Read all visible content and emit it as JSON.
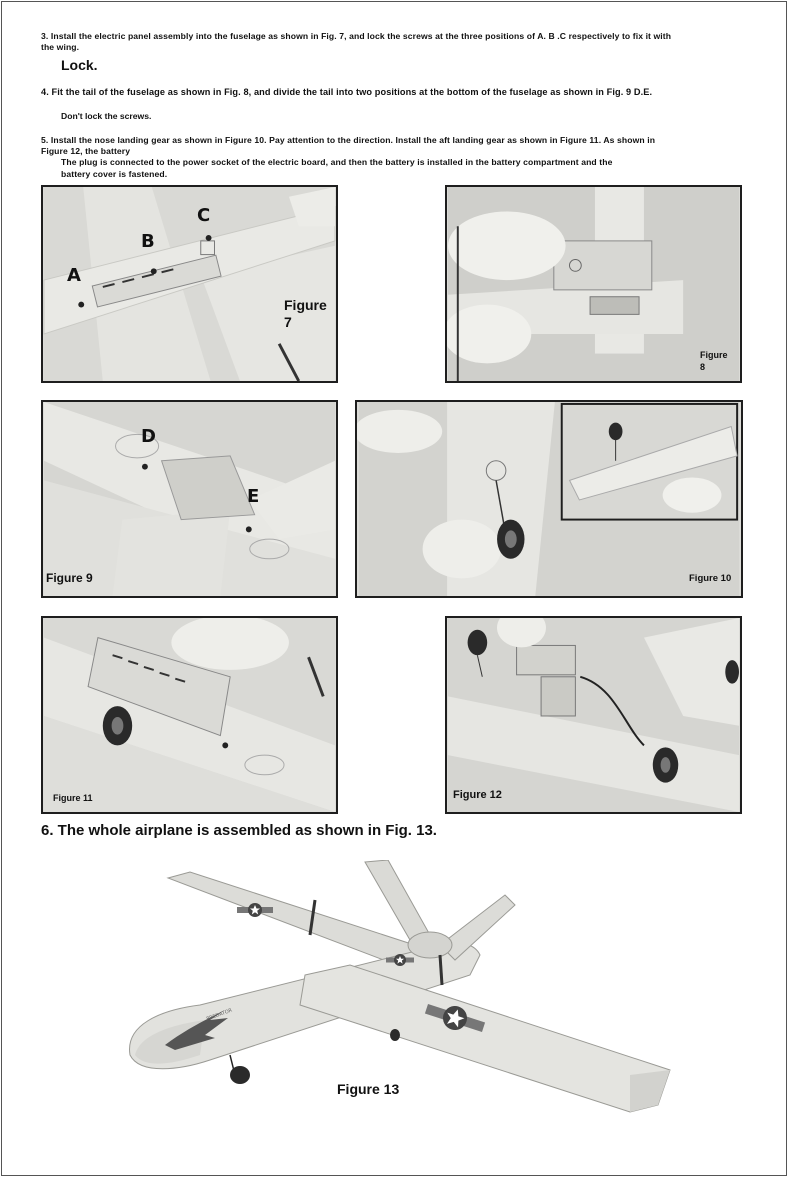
{
  "steps": {
    "step3_line1": "3. Install the electric panel assembly into the fuselage as shown in Fig. 7, and lock the screws at the three positions of A. B .C respectively to fix it with",
    "step3_line2": "the wing.",
    "step3_lock": "Lock.",
    "step4": "4. Fit the tail of the fuselage as shown in Fig. 8, and divide the tail into two positions at the bottom of the fuselage as shown in Fig. 9 D.E.",
    "step4_note": "Don't lock the screws.",
    "step5_line1": "5. Install the nose landing gear as shown in Figure 10. Pay attention to the direction. Install the aft landing gear as shown in Figure 11. As shown in",
    "step5_line2": "Figure 12, the battery",
    "step5_line3": "The plug is connected to the power socket of the electric board, and then the battery is installed in the battery compartment and the",
    "step5_line4": "battery cover is fastened.",
    "step6": "6. The whole airplane is assembled as shown in Fig. 13."
  },
  "figures": {
    "fig7": {
      "caption_line1": "Figure",
      "caption_line2": "7",
      "labels": {
        "a": "A",
        "b": "B",
        "c": "C"
      }
    },
    "fig8": {
      "caption_line1": "Figure",
      "caption_line2": "8"
    },
    "fig9": {
      "caption": "Figure 9",
      "labels": {
        "d": "D",
        "e": "E"
      }
    },
    "fig10": {
      "caption": "Figure 10"
    },
    "fig11": {
      "caption": "Figure 11"
    },
    "fig12": {
      "caption": "Figure 12"
    },
    "fig13": {
      "caption": "Figure 13",
      "logo_text": "PREDATOR"
    }
  },
  "colors": {
    "foam": "#e2e2de",
    "shadow": "#b9b9b4",
    "frame": "#1e1e1e",
    "wheel": "#2a2a2a"
  }
}
